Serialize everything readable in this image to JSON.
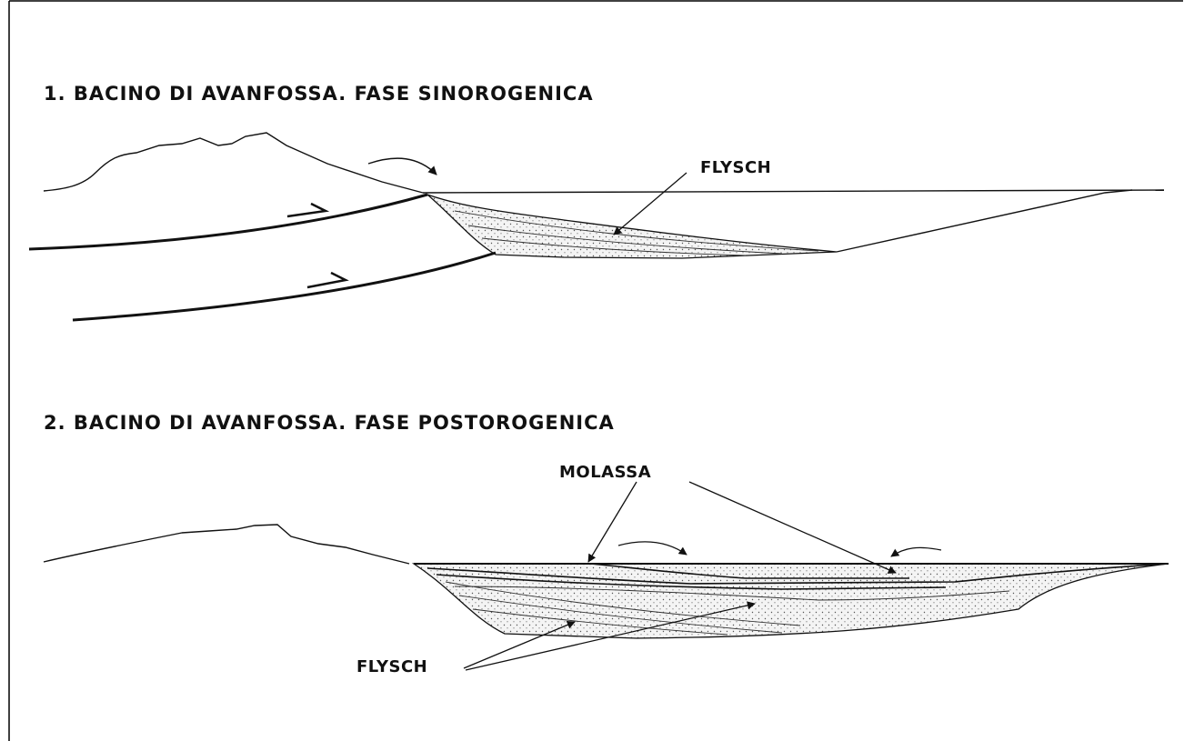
{
  "panel_1": {
    "title": "1. BACINO DI AVANFOSSA. FASE SINOROGENICA",
    "labels": {
      "flysch": "FLYSCH"
    }
  },
  "panel_2": {
    "title": "2. BACINO DI AVANFOSSA. FASE POSTOROGENICA",
    "labels": {
      "molassa": "MOLASSA",
      "flysch": "FLYSCH"
    }
  },
  "colors": {
    "ink": "#111111",
    "background": "#ffffff",
    "border": "#000000"
  }
}
